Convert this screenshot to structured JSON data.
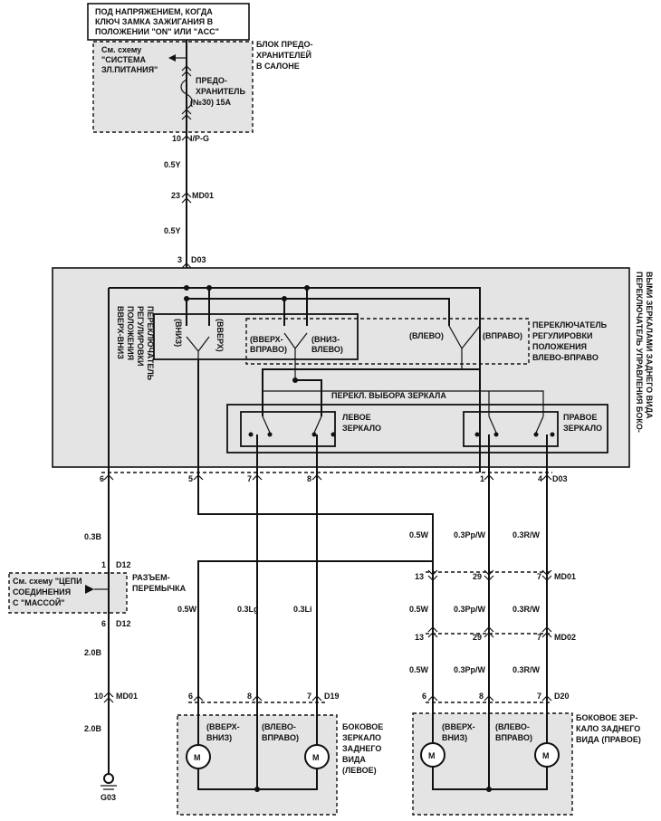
{
  "power_note": {
    "line1": "ПОД НАПРЯЖЕНИЕМ, КОГДА",
    "line2": "КЛЮЧ ЗАМКА ЗАЖИГАНИЯ В",
    "line3": "ПОЛОЖЕНИИ \"ON\" ИЛИ \"ACC\""
  },
  "fuse_block": {
    "ref_line1": "См. схему",
    "ref_line2": "\"СИСТЕМА",
    "ref_line3": "ЗЛ.ПИТАНИЯ\"",
    "title_line1": "БЛОК ПРЕДО-",
    "title_line2": "ХРАНИТЕЛЕЙ",
    "title_line3": "В САЛОНЕ",
    "fuse_line1": "ПРЕДО-",
    "fuse_line2": "ХРАНИТЕЛЬ",
    "fuse_line3": "(№30) 15A"
  },
  "top_wires": {
    "pin10": "10",
    "conn_ipg": "I/P-G",
    "w1": "0.5Y",
    "pin23": "23",
    "conn_md01": "MD01",
    "w2": "0.5Y",
    "pin3": "3",
    "conn_d03": "D03"
  },
  "control_unit": {
    "title_line1": "ПЕРЕКЛЮЧАТЕЛЬ УПРАВЛЕНИЯ БОКО-",
    "title_line2": "ВЫМИ ЗЕРКАЛАМИ ЗАДНЕГО ВИДА",
    "updown_line1": "ПЕРЕКЛЮЧАТЕЛЬ",
    "updown_line2": "РЕГУЛИРОВКИ",
    "updown_line3": "ПОЛОЖЕНИЯ",
    "updown_line4": "ВВЕРХ-ВНИЗ",
    "down": "(ВНИЗ)",
    "up": "(ВВЕРХ)",
    "up_right_line1": "(ВВЕРХ-",
    "up_right_line2": "ВПРАВО)",
    "down_left_line1": "(ВНИЗ-",
    "down_left_line2": "ВЛЕВО)",
    "left": "(ВЛЕВО)",
    "right": "(ВПРАВО)",
    "lr_line1": "ПЕРЕКЛЮЧАТЕЛЬ",
    "lr_line2": "РЕГУЛИРОВКИ",
    "lr_line3": "ПОЛОЖЕНИЯ",
    "lr_line4": "ВЛЕВО-ВПРАВО",
    "selector": "ПЕРЕКЛ. ВЫБОРА ЗЕРКАЛА",
    "left_mirror_line1": "ЛЕВОЕ",
    "left_mirror_line2": "ЗЕРКАЛО",
    "right_mirror_line1": "ПРАВОЕ",
    "right_mirror_line2": "ЗЕРКАЛО"
  },
  "bottom_pins": {
    "p6": "6",
    "p5": "5",
    "p7": "7",
    "p8": "8",
    "p1": "1",
    "p4": "4",
    "conn": "D03"
  },
  "ground_branch": {
    "w1": "0.3B",
    "pin1": "1",
    "conn1": "D12",
    "ref_line1": "См. схему \"ЦЕПИ",
    "ref_line2": "СОЕДИНЕНИЯ",
    "ref_line3": "С \"МАССОЙ\"",
    "jumper_line1": "РАЗЪЕМ-",
    "jumper_line2": "ПЕРЕМЫЧКА",
    "pin2": "6",
    "conn2": "D12",
    "w2": "2.0B",
    "pin3": "10",
    "conn3": "MD01",
    "w3": "2.0B",
    "ground": "G03"
  },
  "left_branch": {
    "w_a": "0.5W",
    "w_b": "0.3Lg",
    "w_c": "0.3Li",
    "pin_a": "6",
    "pin_b": "8",
    "pin_c": "7",
    "conn": "D19",
    "m1_line1": "(ВВЕРХ-",
    "m1_line2": "ВНИЗ)",
    "m2_line1": "(ВЛЕВО-",
    "m2_line2": "ВПРАВО)",
    "motor": "M",
    "title_line1": "БОКОВОЕ",
    "title_line2": "ЗЕРКАЛО",
    "title_line3": "ЗАДНЕГО",
    "title_line4": "ВИДА",
    "title_line5": "(ЛЕВОЕ)"
  },
  "right_branch": {
    "wa1": "0.5W",
    "wb1": "0.3Pp/W",
    "wc1": "0.3R/W",
    "pa1": "13",
    "pb1": "29",
    "pc1": "7",
    "conn1": "MD01",
    "wa2": "0.5W",
    "wb2": "0.3Pp/W",
    "wc2": "0.3R/W",
    "pa2": "13",
    "pb2": "29",
    "pc2": "7",
    "conn2": "MD02",
    "wa3": "0.5W",
    "wb3": "0.3Pp/W",
    "wc3": "0.3R/W",
    "pa3": "6",
    "pb3": "8",
    "pc3": "7",
    "conn3": "D20",
    "m1_line1": "(ВВЕРХ-",
    "m1_line2": "ВНИЗ)",
    "m2_line1": "(ВЛЕВО-",
    "m2_line2": "ВПРАВО)",
    "motor": "M",
    "title_line1": "БОКОВОЕ ЗЕР-",
    "title_line2": "КАЛО ЗАДНЕГО",
    "title_line3": "ВИДА (ПРАВОЕ)"
  }
}
